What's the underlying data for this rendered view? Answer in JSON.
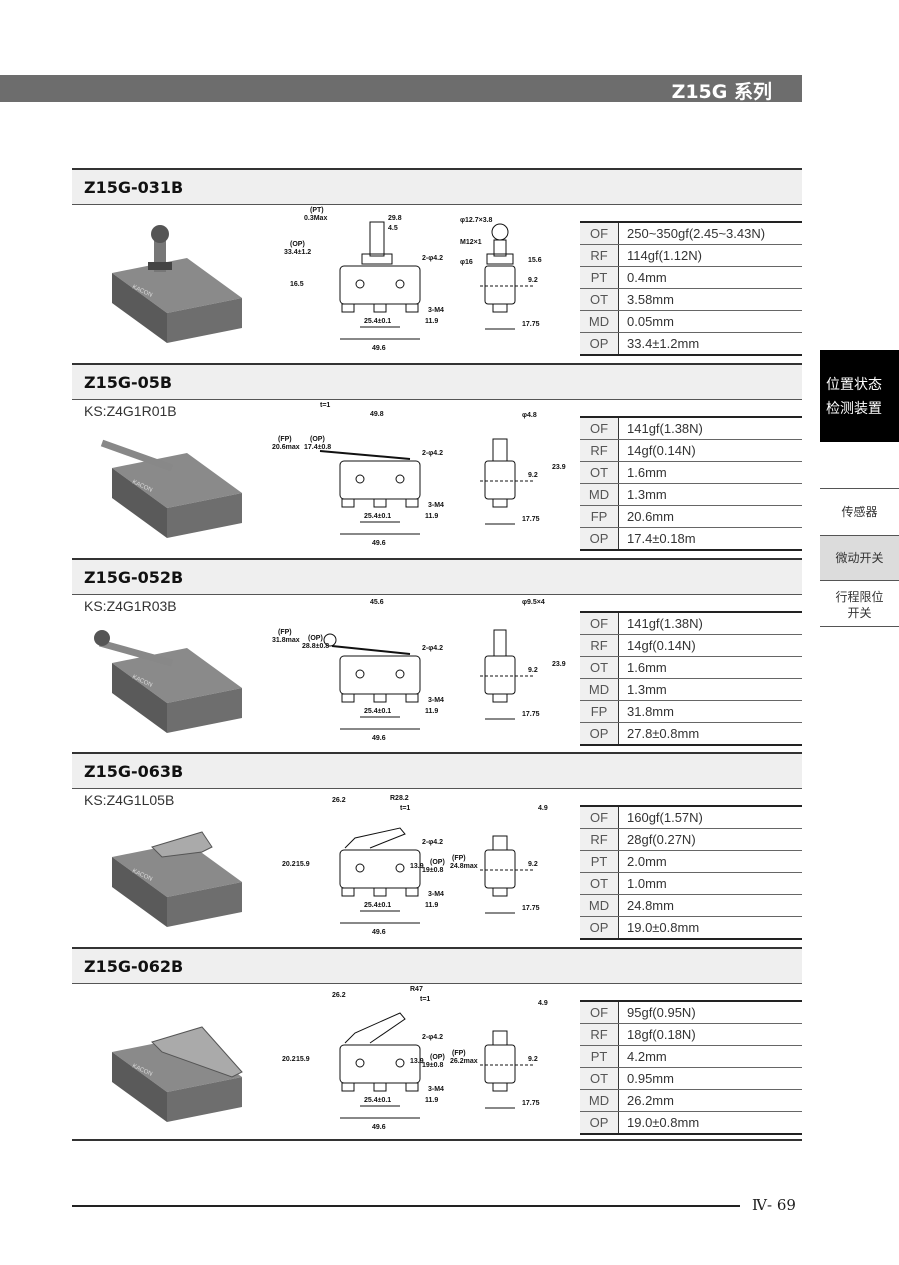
{
  "header": {
    "title": "Z15G 系列"
  },
  "sidebar": {
    "category": [
      "位置状态",
      "检测装置"
    ],
    "items": [
      {
        "label": "传感器"
      },
      {
        "label": "微动开关",
        "active": true
      },
      {
        "label": "行程限位开关"
      }
    ]
  },
  "sections": [
    {
      "model": "Z15G-031B",
      "ks": "",
      "specs": [
        [
          "OF",
          "250~350gf(2.45~3.43N)"
        ],
        [
          "RF",
          "114gf(1.12N)"
        ],
        [
          "PT",
          "0.4mm"
        ],
        [
          "OT",
          "3.58mm"
        ],
        [
          "MD",
          "0.05mm"
        ],
        [
          "OP",
          "33.4±1.2mm"
        ]
      ],
      "dims": {
        "width": "49.6",
        "pitch": "25.4±0.1",
        "right": "11.9",
        "holes": "2-φ4.2",
        "screws": "3-M4",
        "side_w": "17.75",
        "side_h": "9.2",
        "extras": [
          "(PT)",
          "0.3Max",
          "29.8",
          "4.5",
          "(OP)",
          "33.4±1.2",
          "16.5",
          "φ12.7×3.8",
          "M12×1",
          "φ16",
          "15.6"
        ]
      }
    },
    {
      "model": "Z15G-05B",
      "ks": "KS:Z4G1R01B",
      "specs": [
        [
          "OF",
          "141gf(1.38N)"
        ],
        [
          "RF",
          "14gf(0.14N)"
        ],
        [
          "OT",
          "1.6mm"
        ],
        [
          "MD",
          "1.3mm"
        ],
        [
          "FP",
          "20.6mm"
        ],
        [
          "OP",
          "17.4±0.18m"
        ]
      ],
      "dims": {
        "width": "49.6",
        "pitch": "25.4±0.1",
        "right": "11.9",
        "holes": "2-φ4.2",
        "screws": "3-M4",
        "side_w": "17.75",
        "side_h": "9.2",
        "extras": [
          "t=1",
          "49.8",
          "(FP)",
          "20.6max",
          "(OP)",
          "17.4±0.8",
          "φ4.8",
          "23.9"
        ]
      }
    },
    {
      "model": "Z15G-052B",
      "ks": "KS:Z4G1R03B",
      "specs": [
        [
          "OF",
          "141gf(1.38N)"
        ],
        [
          "RF",
          "14gf(0.14N)"
        ],
        [
          "OT",
          "1.6mm"
        ],
        [
          "MD",
          "1.3mm"
        ],
        [
          "FP",
          "31.8mm"
        ],
        [
          "OP",
          "27.8±0.8mm"
        ]
      ],
      "dims": {
        "width": "49.6",
        "pitch": "25.4±0.1",
        "right": "11.9",
        "holes": "2-φ4.2",
        "screws": "3-M4",
        "side_w": "17.75",
        "side_h": "9.2",
        "extras": [
          "45.6",
          "(FP)",
          "31.8max",
          "(OP)",
          "28.8±0.8",
          "φ9.5×4",
          "23.9"
        ]
      }
    },
    {
      "model": "Z15G-063B",
      "ks": "KS:Z4G1L05B",
      "specs": [
        [
          "OF",
          "160gf(1.57N)"
        ],
        [
          "RF",
          "28gf(0.27N)"
        ],
        [
          "PT",
          "2.0mm"
        ],
        [
          "OT",
          "1.0mm"
        ],
        [
          "MD",
          "24.8mm"
        ],
        [
          "OP",
          "19.0±0.8mm"
        ]
      ],
      "dims": {
        "width": "49.6",
        "pitch": "25.4±0.1",
        "right": "11.9",
        "holes": "2-φ4.2",
        "screws": "3-M4",
        "side_w": "17.75",
        "side_h": "9.2",
        "extras": [
          "26.2",
          "R28.2",
          "t=1",
          "20.2",
          "15.9",
          "13.9",
          "(OP)",
          "19±0.8",
          "(FP)",
          "24.8max",
          "4.9"
        ]
      }
    },
    {
      "model": "Z15G-062B",
      "ks": "",
      "specs": [
        [
          "OF",
          "95gf(0.95N)"
        ],
        [
          "RF",
          "18gf(0.18N)"
        ],
        [
          "PT",
          "4.2mm"
        ],
        [
          "OT",
          "0.95mm"
        ],
        [
          "MD",
          "26.2mm"
        ],
        [
          "OP",
          "19.0±0.8mm"
        ]
      ],
      "dims": {
        "width": "49.6",
        "pitch": "25.4±0.1",
        "right": "11.9",
        "holes": "2-φ4.2",
        "screws": "3-M4",
        "side_w": "17.75",
        "side_h": "9.2",
        "extras": [
          "26.2",
          "R47",
          "t=1",
          "20.2",
          "15.9",
          "13.9",
          "(OP)",
          "19±0.8",
          "(FP)",
          "26.2max",
          "4.9"
        ]
      }
    }
  ],
  "footer": {
    "page": "Ⅳ- 69"
  }
}
